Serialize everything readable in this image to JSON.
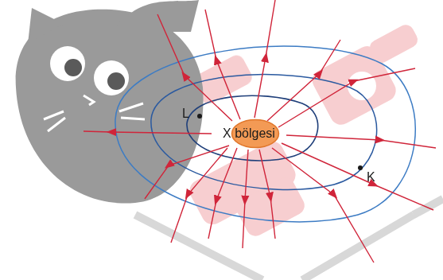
{
  "diagram": {
    "nodes": [
      {
        "text": [
          "X bölgesi"
        ]
      }
    ],
    "labels": [
      "L",
      "K"
    ]
  }
}
